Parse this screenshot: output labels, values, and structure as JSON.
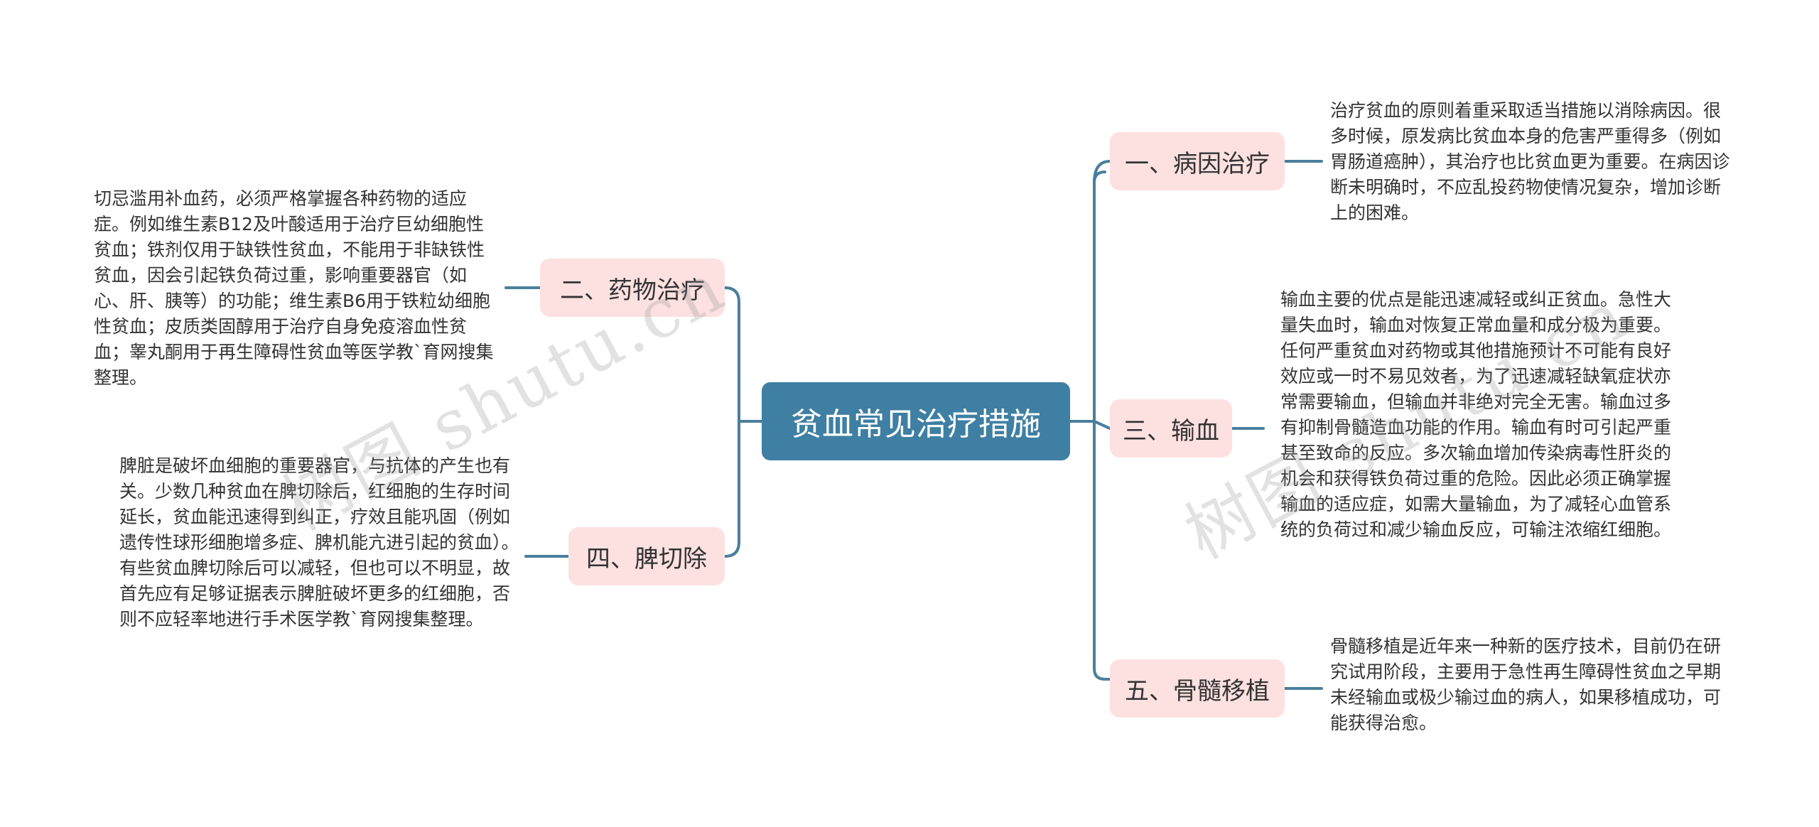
{
  "root": {
    "label": "贫血常见治疗措施"
  },
  "branches": [
    {
      "label": "一、病因治疗",
      "text": "治疗贫血的原则着重采取适当措施以消除病因。很多时候，原发病比贫血本身的危害严重得多（例如胃肠道癌肿），其治疗也比贫血更为重要。在病因诊断未明确时，不应乱投药物使情况复杂，增加诊断上的困难。"
    },
    {
      "label": "二、药物治疗",
      "text": "切忌滥用补血药，必须严格掌握各种药物的适应症。例如维生素B12及叶酸适用于治疗巨幼细胞性贫血；铁剂仅用于缺铁性贫血，不能用于非缺铁性贫血，因会引起铁负荷过重，影响重要器官（如心、肝、胰等）的功能；维生素B6用于铁粒幼细胞性贫血；皮质类固醇用于治疗自身免疫溶血性贫血；睾丸酮用于再生障碍性贫血等医学教`育网搜集整理。"
    },
    {
      "label": "三、输血",
      "text": "输血主要的优点是能迅速减轻或纠正贫血。急性大量失血时，输血对恢复正常血量和成分极为重要。任何严重贫血对药物或其他措施预计不可能有良好效应或一时不易见效者，为了迅速减轻缺氧症状亦常需要输血，但输血并非绝对完全无害。输血过多有抑制骨髓造血功能的作用。输血有时可引起严重甚至致命的反应。多次输血增加传染病毒性肝炎的机会和获得铁负荷过重的危险。因此必须正确掌握输血的适应症，如需大量输血，为了减轻心血管系统的负荷过和减少输血反应，可输注浓缩红细胞。"
    },
    {
      "label": "四、脾切除",
      "text": "脾脏是破坏血细胞的重要器官，与抗体的产生也有关。少数几种贫血在脾切除后，红细胞的生存时间延长，贫血能迅速得到纠正，疗效且能巩固（例如遗传性球形细胞增多症、脾机能亢进引起的贫血）。有些贫血脾切除后可以减轻，但也可以不明显，故首先应有足够证据表示脾脏破坏更多的红细胞，否则不应轻率地进行手术医学教`育网搜集整理。"
    },
    {
      "label": "五、骨髓移植",
      "text": "骨髓移植是近年来一种新的医疗技术，目前仍在研究试用阶段，主要用于急性再生障碍性贫血之早期未经输血或极少输过血的病人，如果移植成功，可能获得治愈。"
    }
  ],
  "watermarks": [
    "树图 shutu.cn",
    "树图 shutu.cn"
  ],
  "colors": {
    "root_bg": "#3f7fa3",
    "branch_bg": "#fde0e0",
    "connector": "#4a7f9c",
    "text": "#333333"
  }
}
